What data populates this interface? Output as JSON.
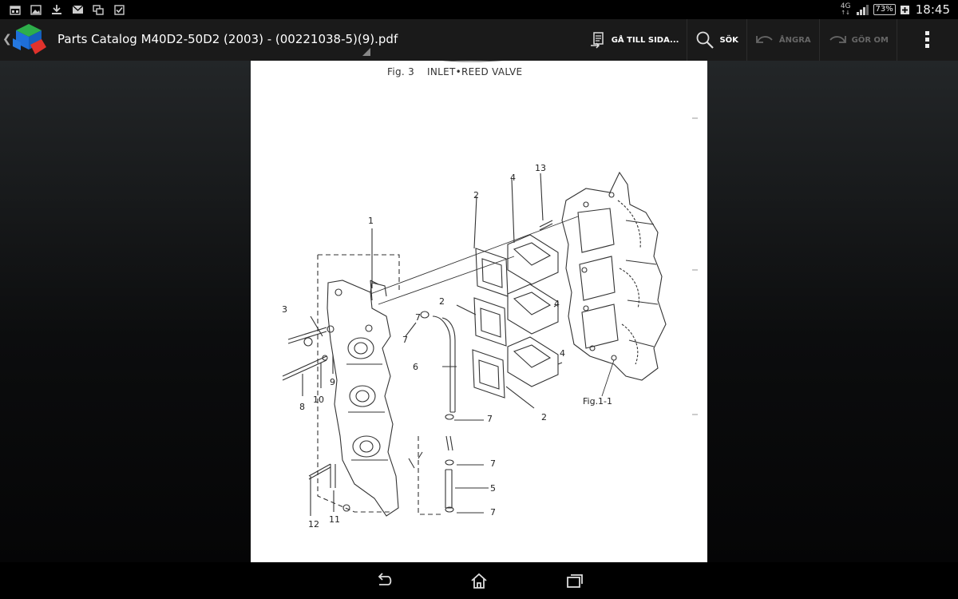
{
  "status_bar": {
    "notification_icons": [
      "calendar-icon",
      "image-icon",
      "download-icon",
      "mail-icon",
      "screens-icon",
      "checkbox-icon"
    ],
    "network_type": "4G",
    "battery_level": "73%",
    "time": "18:45"
  },
  "action_bar": {
    "document_title": "Parts Catalog M40D2-50D2  (2003) - (00221038-5)(9).pdf",
    "actions": {
      "goto_page": "GÅ TILL SIDA...",
      "search": "SÖK",
      "undo": "ÅNGRA",
      "redo": "GÖR OM"
    }
  },
  "page": {
    "figure_number": "Fig. 3",
    "figure_title": "INLET•REED VALVE",
    "reference_label": "Fig.1-1",
    "callouts": [
      "1",
      "2",
      "2",
      "2",
      "3",
      "4",
      "4",
      "4",
      "5",
      "6",
      "7",
      "7",
      "7",
      "7",
      "7",
      "8",
      "9",
      "10",
      "11",
      "12",
      "13"
    ]
  },
  "nav_bar": {
    "buttons": [
      "back-icon",
      "home-icon",
      "recents-icon"
    ]
  },
  "colors": {
    "action_bar_bg": "#1a1a1a",
    "page_bg": "#ffffff",
    "logo_blue": "#1e6fd9",
    "logo_green": "#2dae4a",
    "logo_red": "#e0322c"
  }
}
